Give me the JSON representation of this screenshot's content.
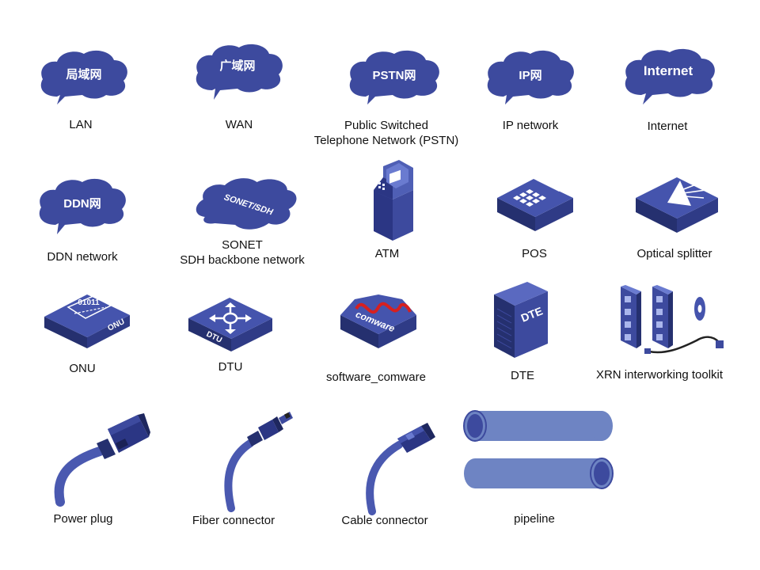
{
  "colors": {
    "primary": "#3d4a9e",
    "dark": "#25306f",
    "light": "#5a69c0",
    "pipe": "#6e84c3",
    "text_on_icon": "#ffffff"
  },
  "icons": {
    "lan": {
      "label": "LAN",
      "cloud_text": "局域网",
      "icon": "cloud-icon"
    },
    "wan": {
      "label": "WAN",
      "cloud_text": "广域网",
      "icon": "cloud-icon"
    },
    "pstn": {
      "label_line1": "Public Switched",
      "label_line2": "Telephone Network (PSTN)",
      "cloud_text": "PSTN网",
      "icon": "cloud-icon"
    },
    "ip": {
      "label": "IP network",
      "cloud_text": "IP网",
      "icon": "cloud-icon"
    },
    "internet": {
      "label": "Internet",
      "cloud_text": "Internet",
      "icon": "cloud-icon"
    },
    "ddn": {
      "label": "DDN network",
      "cloud_text": "DDN网",
      "icon": "cloud-icon"
    },
    "sonet": {
      "label_line1": "SONET",
      "label_line2": "SDH backbone network",
      "cloud_text": "SONET/SDH",
      "icon": "cloud-icon"
    },
    "atm": {
      "label": "ATM",
      "icon": "atm-machine-icon"
    },
    "pos": {
      "label": "POS",
      "icon": "pos-terminal-icon"
    },
    "splitter": {
      "label": "Optical splitter",
      "icon": "optical-splitter-icon"
    },
    "onu": {
      "label": "ONU",
      "device_text": "ONU",
      "digits": "01011",
      "icon": "onu-icon"
    },
    "dtu": {
      "label": "DTU",
      "device_text": "DTU",
      "icon": "dtu-icon"
    },
    "comware": {
      "label": "software_comware",
      "device_text": "comware",
      "icon": "comware-icon"
    },
    "dte": {
      "label": "DTE",
      "device_text": "DTE",
      "icon": "dte-server-icon"
    },
    "xrn": {
      "label": "XRN interworking toolkit",
      "icon": "xrn-toolkit-icon"
    },
    "powerplug": {
      "label": "Power plug",
      "icon": "power-plug-icon"
    },
    "fiber": {
      "label": "Fiber connector",
      "icon": "fiber-connector-icon"
    },
    "cable": {
      "label": "Cable connector",
      "icon": "cable-connector-icon"
    },
    "pipeline": {
      "label": "pipeline",
      "icon": "pipeline-icon"
    }
  }
}
